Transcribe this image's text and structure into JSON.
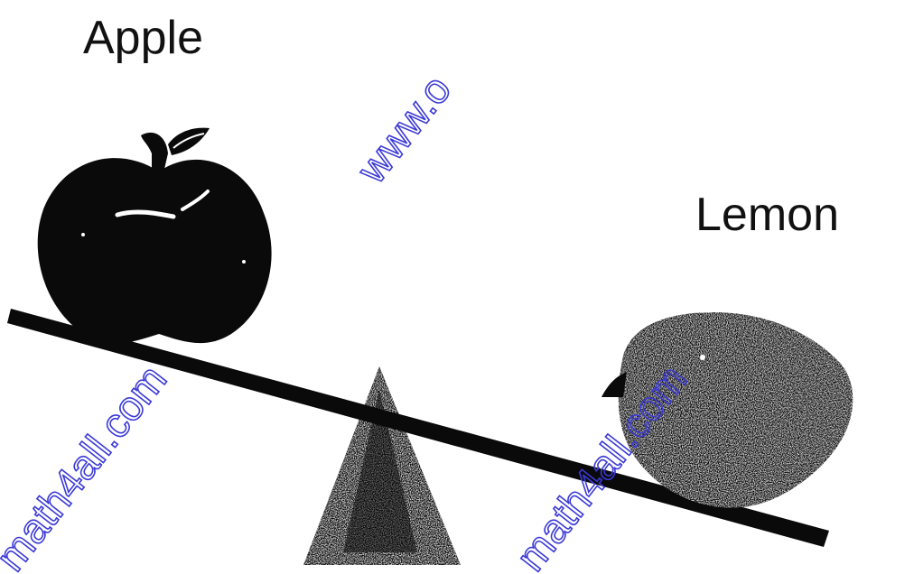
{
  "labels": {
    "apple": "Apple",
    "lemon": "Lemon"
  },
  "watermarks": {
    "site": "www.o",
    "domain_a": "math4all.com",
    "domain_b": "math4all.com"
  },
  "colors": {
    "ink": "#0a0a0a",
    "watermark": "#3b39d6"
  },
  "objects": {
    "left_item": "apple-icon",
    "right_item": "lemon-icon",
    "pivot": "fulcrum-triangle"
  }
}
